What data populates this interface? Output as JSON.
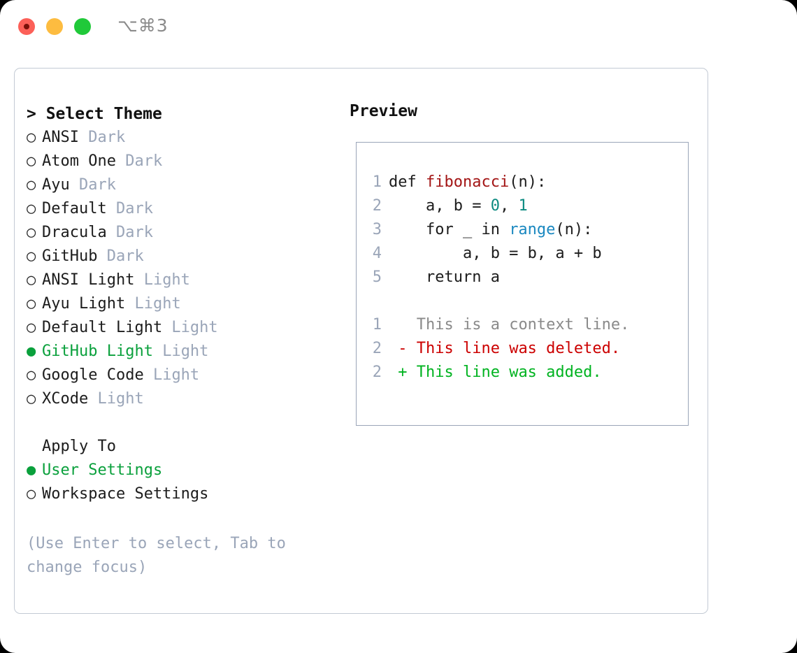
{
  "titlebar": {
    "shortcut": "⌥⌘3",
    "buttons": [
      "close",
      "minimize",
      "maximize"
    ]
  },
  "left_panel": {
    "header": "> Select Theme",
    "themes": [
      {
        "marker": "○",
        "name": "ANSI",
        "suffix": "Dark",
        "selected": false
      },
      {
        "marker": "○",
        "name": "Atom One",
        "suffix": "Dark",
        "selected": false
      },
      {
        "marker": "○",
        "name": "Ayu",
        "suffix": "Dark",
        "selected": false
      },
      {
        "marker": "○",
        "name": "Default",
        "suffix": "Dark",
        "selected": false
      },
      {
        "marker": "○",
        "name": "Dracula",
        "suffix": "Dark",
        "selected": false
      },
      {
        "marker": "○",
        "name": "GitHub",
        "suffix": "Dark",
        "selected": false
      },
      {
        "marker": "○",
        "name": "ANSI Light",
        "suffix": "Light",
        "selected": false
      },
      {
        "marker": "○",
        "name": "Ayu Light",
        "suffix": "Light",
        "selected": false
      },
      {
        "marker": "○",
        "name": "Default Light",
        "suffix": "Light",
        "selected": false
      },
      {
        "marker": "●",
        "name": "GitHub Light",
        "suffix": "Light",
        "selected": true
      },
      {
        "marker": "○",
        "name": "Google Code",
        "suffix": "Light",
        "selected": false
      },
      {
        "marker": "○",
        "name": "XCode",
        "suffix": "Light",
        "selected": false
      }
    ],
    "apply_to_header": "Apply To",
    "apply_to_options": [
      {
        "marker": "●",
        "name": "User Settings",
        "selected": true
      },
      {
        "marker": "○",
        "name": "Workspace Settings",
        "selected": false
      }
    ],
    "hint": "(Use Enter to select, Tab to change focus)"
  },
  "preview": {
    "title": "Preview",
    "code_lines": [
      {
        "num": "1",
        "tokens": [
          {
            "text": "def ",
            "style": "plain"
          },
          {
            "text": "fibonacci",
            "style": "fn"
          },
          {
            "text": "(n):",
            "style": "plain"
          }
        ]
      },
      {
        "num": "2",
        "tokens": [
          {
            "text": "    a, b = ",
            "style": "plain"
          },
          {
            "text": "0",
            "style": "num"
          },
          {
            "text": ", ",
            "style": "plain"
          },
          {
            "text": "1",
            "style": "num"
          }
        ]
      },
      {
        "num": "3",
        "tokens": [
          {
            "text": "    for _ in ",
            "style": "plain"
          },
          {
            "text": "range",
            "style": "call"
          },
          {
            "text": "(n):",
            "style": "plain"
          }
        ]
      },
      {
        "num": "4",
        "tokens": [
          {
            "text": "        a, b = b, a + b",
            "style": "plain"
          }
        ]
      },
      {
        "num": "5",
        "tokens": [
          {
            "text": "    return a",
            "style": "plain"
          }
        ]
      }
    ],
    "diff_lines": [
      {
        "num": "1",
        "sign": " ",
        "text": " This is a context line.",
        "style": "ctx"
      },
      {
        "num": "2",
        "sign": "-",
        "text": " This line was deleted.",
        "style": "del"
      },
      {
        "num": "2",
        "sign": "+",
        "text": " This line was added.",
        "style": "add"
      }
    ]
  },
  "colors": {
    "selection_green": "#0aa03c",
    "muted": "#9aa5b8",
    "diff_add": "#00b320",
    "diff_del": "#cc0000",
    "token_fn": "#a31515",
    "token_num": "#0b8a80",
    "token_call": "#1a88c0",
    "panel_border": "#c3cad4",
    "preview_border": "#9aa5b8"
  }
}
